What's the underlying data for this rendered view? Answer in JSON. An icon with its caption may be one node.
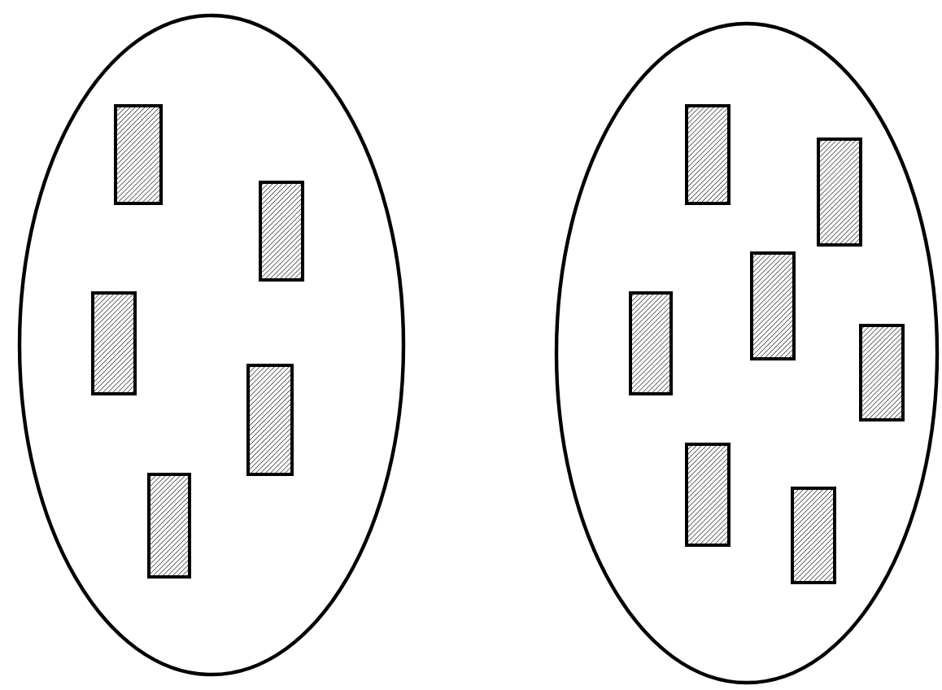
{
  "diagram": {
    "nodes": [
      {
        "text": [],
        "shape": "ellipse"
      },
      {
        "text": [],
        "shape": "bar",
        "in": 0
      },
      {
        "text": [],
        "shape": "bar",
        "in": 0
      },
      {
        "text": [],
        "shape": "bar",
        "in": 0
      },
      {
        "text": [],
        "shape": "bar",
        "in": 0
      },
      {
        "text": [],
        "shape": "bar",
        "in": 0
      },
      {
        "text": [],
        "shape": "ellipse"
      },
      {
        "text": [],
        "shape": "bar",
        "in": 6
      },
      {
        "text": [],
        "shape": "bar",
        "in": 6
      },
      {
        "text": [],
        "shape": "bar",
        "in": 6
      },
      {
        "text": [],
        "shape": "bar",
        "in": 6
      },
      {
        "text": [],
        "shape": "bar",
        "in": 6
      },
      {
        "text": [],
        "shape": "bar",
        "in": 6
      },
      {
        "text": [],
        "shape": "bar",
        "in": 6
      }
    ]
  }
}
